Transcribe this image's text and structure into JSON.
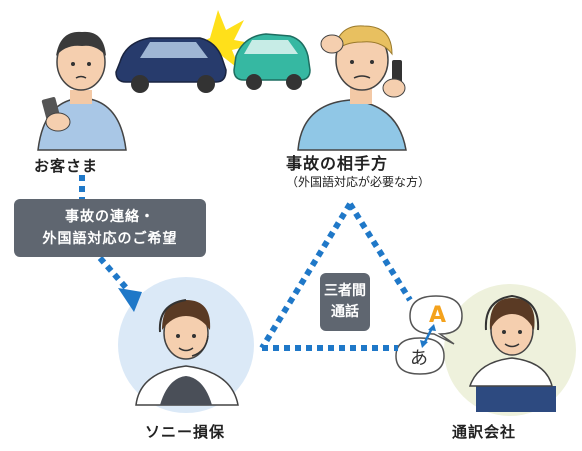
{
  "nodes": {
    "customer": "お客さま",
    "other_party": "事故の相手方",
    "other_party_note": "（外国語対応が必要な方）",
    "sony": "ソニー損保",
    "interpreter": "通訳会社"
  },
  "request_box": {
    "line1": "事故の連絡・",
    "line2": "外国語対応のご希望"
  },
  "center_box": {
    "line1": "三者間",
    "line2": "通話"
  },
  "translation": {
    "glyph_a": "A",
    "glyph_ja": "あ"
  },
  "colors": {
    "dotted_line": "#1f78c8",
    "box_fill": "#5f6670",
    "accent": "#f4a21c"
  }
}
